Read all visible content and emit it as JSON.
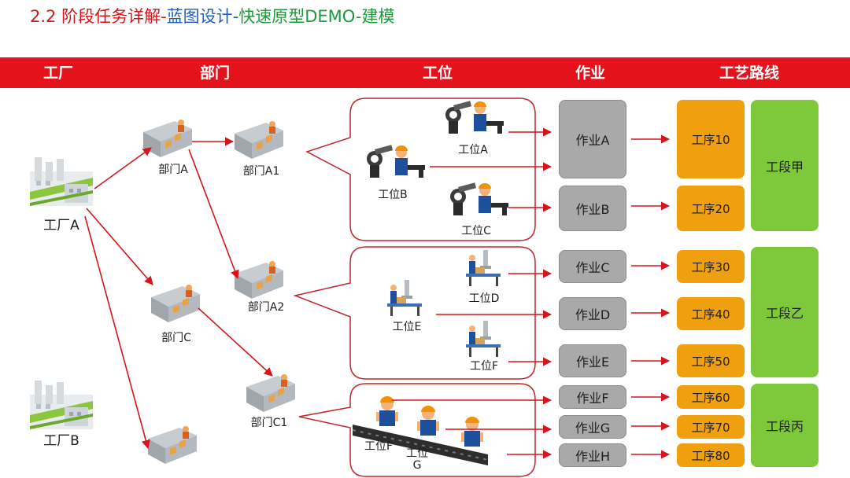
{
  "title": {
    "part1": "2.2 阶段任务详解-",
    "part2": "蓝图设计-",
    "part3": "快速原型DEMO-建模"
  },
  "headers": {
    "factory": "工厂",
    "department": "部门",
    "station": "工位",
    "job": "作业",
    "route": "工艺路线"
  },
  "factories": [
    "工厂A",
    "工厂B"
  ],
  "departments": {
    "a": "部门A",
    "a1": "部门A1",
    "a2": "部门A2",
    "c": "部门C",
    "c1": "部门C1"
  },
  "stations": {
    "a": "工位A",
    "b": "工位B",
    "c": "工位C",
    "d": "工位D",
    "e": "工位E",
    "f": "工位F",
    "f2": "工位F",
    "g": "工位\nG"
  },
  "jobs": [
    "作业A",
    "作业B",
    "作业C",
    "作业D",
    "作业E",
    "作业F",
    "作业G",
    "作业H"
  ],
  "processes": [
    "工序10",
    "工序20",
    "工序30",
    "工序40",
    "工序50",
    "工序60",
    "工序70",
    "工序80"
  ],
  "sections": [
    "工段甲",
    "工段乙",
    "工段丙"
  ],
  "colors": {
    "accent_red": "#e3121b",
    "job_gray": "#a9a9a9",
    "process_orange": "#f0a00f",
    "section_green": "#7ec83b",
    "title_blue": "#1f5fb7",
    "title_green": "#1f9a3a"
  },
  "icons": {
    "factory": "factory-building-icon",
    "department": "department-wall-workers-icon",
    "robot_station": "robot-arm-worker-icon",
    "desk_station": "assembly-desk-worker-icon",
    "conveyor": "conveyor-belt-workers-icon"
  }
}
